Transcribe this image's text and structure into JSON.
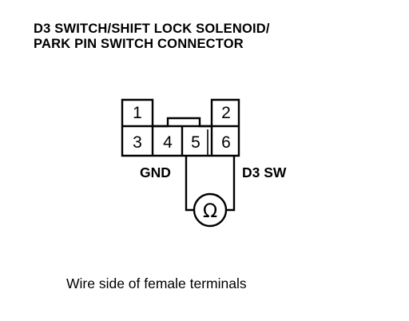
{
  "title": {
    "line1": "D3 SWITCH/SHIFT LOCK SOLENOID/",
    "line2": "PARK PIN SWITCH CONNECTOR"
  },
  "connector": {
    "pins": [
      "1",
      "2",
      "3",
      "4",
      "5",
      "6"
    ]
  },
  "labels": {
    "ground": "GND",
    "d3_switch": "D3 SW"
  },
  "meter": {
    "symbol": "Ω",
    "icon": "ohmmeter-icon"
  },
  "caption": "Wire side of female terminals"
}
